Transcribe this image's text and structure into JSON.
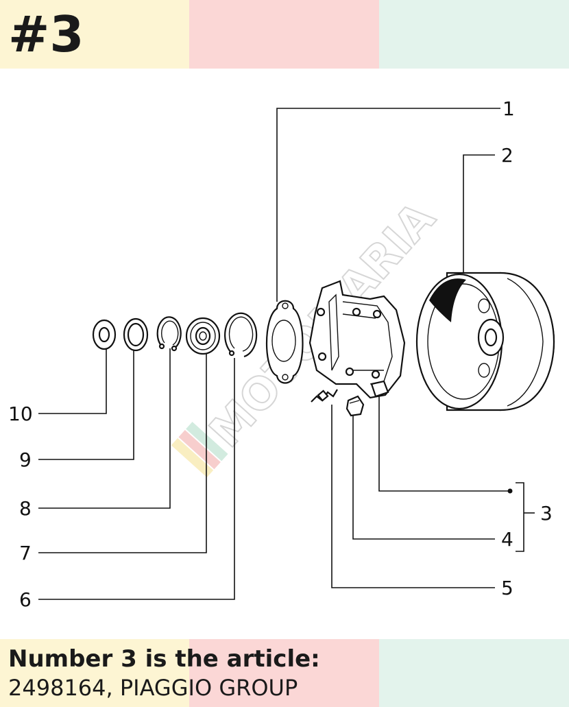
{
  "badge": "#3",
  "caption": {
    "line1": "Number 3 is the article:",
    "line2": "2498164, PIAGGIO GROUP"
  },
  "watermark": "MOTOMARIA",
  "callouts": {
    "c1": "1",
    "c2": "2",
    "c3": "3",
    "c4": "4",
    "c5": "5",
    "c6": "6",
    "c7": "7",
    "c8": "8",
    "c9": "9",
    "c10": "10"
  },
  "colors": {
    "band_yellow": "#fdf5d3",
    "band_pink": "#fbd7d6",
    "band_mint": "#e3f3ec",
    "ink": "#111111"
  }
}
